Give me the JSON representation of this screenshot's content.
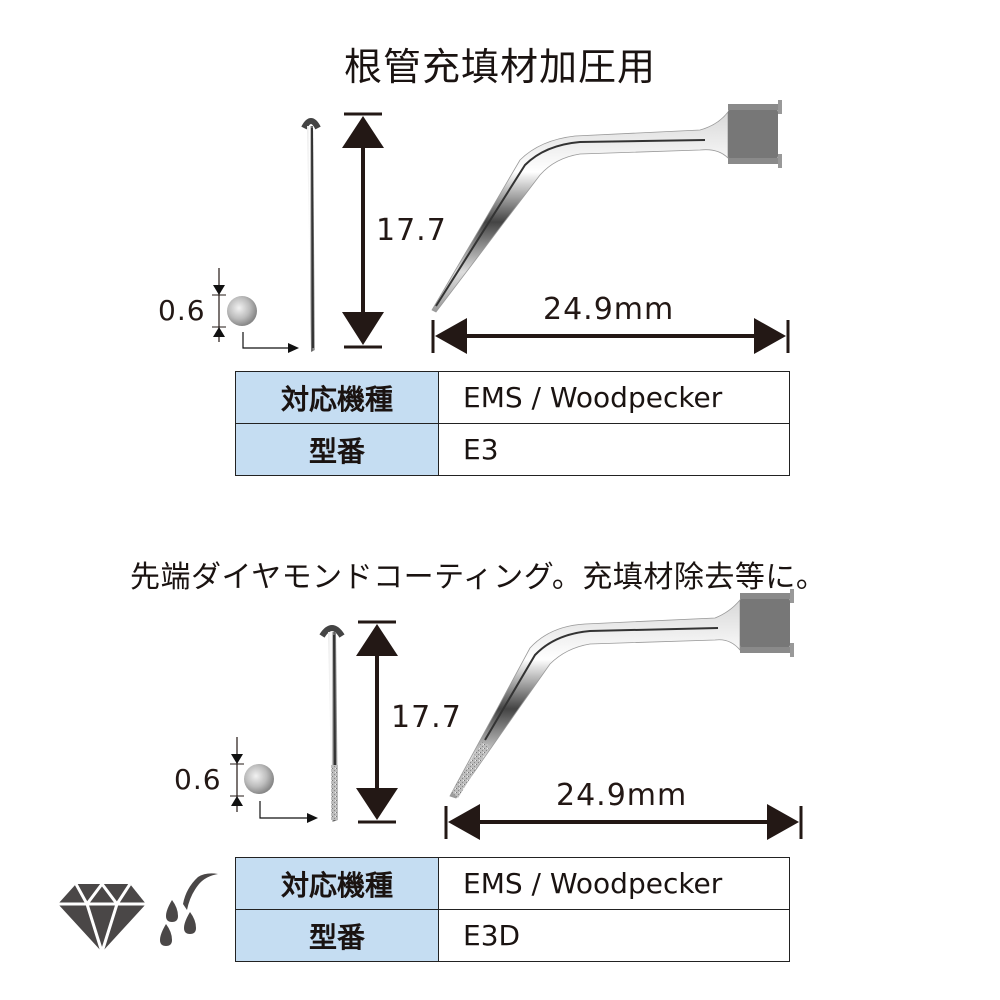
{
  "sections": [
    {
      "heading": "根管充填材加圧用",
      "dimensions": {
        "length_vertical": "17.7",
        "diameter": "0.6",
        "length_horizontal": "24.9mm"
      },
      "spec_table": {
        "rows": [
          {
            "label": "対応機種",
            "value": "EMS / Woodpecker"
          },
          {
            "label": "型番",
            "value": "E3"
          }
        ]
      },
      "diamond_coated": false
    },
    {
      "heading": "先端ダイヤモンドコーティング。充填材除去等に。",
      "dimensions": {
        "length_vertical": "17.7",
        "diameter": "0.6",
        "length_horizontal": "24.9mm"
      },
      "spec_table": {
        "rows": [
          {
            "label": "対応機種",
            "value": "EMS / Woodpecker"
          },
          {
            "label": "型番",
            "value": "E3D"
          }
        ]
      },
      "diamond_coated": true,
      "feature_icons": [
        "diamond-icon",
        "water-spray-icon"
      ]
    }
  ],
  "colors": {
    "table_label_bg": "#c5ddf2",
    "dimension_line": "#231815",
    "icon_gray": "#4a4747"
  }
}
